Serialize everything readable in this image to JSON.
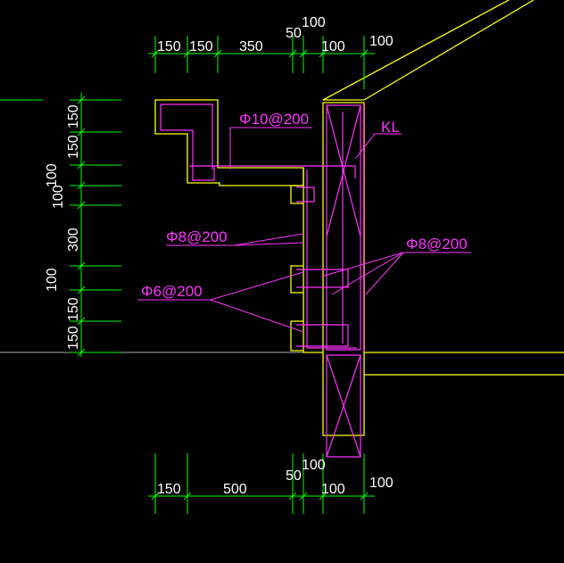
{
  "colors": {
    "background": "#000000",
    "dimension_line": "#00ff00",
    "dimension_text": "#ffffff",
    "concrete_outline": "#ffff00",
    "rebar": "#ff33ff",
    "beam_face": "#ff66aa"
  },
  "top_dims": [
    "150",
    "150",
    "350",
    "50",
    "100",
    "100",
    "100"
  ],
  "bottom_dims": [
    "150",
    "500",
    "50",
    "100",
    "100",
    "100"
  ],
  "left_dims": [
    "150",
    "150",
    "100",
    "100",
    "300",
    "100",
    "150",
    "150"
  ],
  "rebar_labels": {
    "bar_top": "Φ10@200",
    "beam": "KL",
    "bar_mid_left": "Φ8@200",
    "bar_mid_right": "Φ8@200",
    "bar_low_left": "Φ6@200"
  }
}
